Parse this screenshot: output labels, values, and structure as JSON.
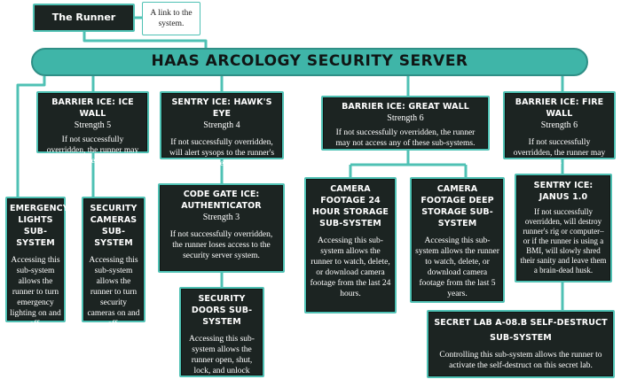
{
  "colors": {
    "accent": "#4fc1b4",
    "banner": "#3fb5a8",
    "box": "#1c2422"
  },
  "runner": {
    "title": "The Runner",
    "note": "A link to the system."
  },
  "server": {
    "title": "HAAS ARCOLOGY SECURITY SERVER"
  },
  "ice_wall": {
    "title": "Barrier ICE: Ice Wall",
    "strength": "Strength 5",
    "desc": "If not successfully overridden, the runner may not access the sub-system."
  },
  "hawks_eye": {
    "title": "Sentry ICE: Hawk's Eye",
    "strength": "Strength 4",
    "desc": "If not successfully overridden, will alert sysops to the runner's presence."
  },
  "great_wall": {
    "title": "Barrier ICE: Great Wall",
    "strength": "Strength 6",
    "desc": "If not successfully overridden, the runner may not access any of these sub-systems."
  },
  "fire_wall": {
    "title": "Barrier ICE: Fire Wall",
    "strength": "Strength 6",
    "desc": "If not successfully overridden, the runner may not access the sub-system."
  },
  "emergency": {
    "title": "Emergency Lights Sub-System",
    "desc": "Accessing this sub-system allows the runner to turn emergency lighting on and off."
  },
  "cameras": {
    "title": "Security Cameras Sub-System",
    "desc": "Accessing this sub-system allows the runner to turn security cameras on and off."
  },
  "code_gate": {
    "title": "Code Gate ICE: Authenticator",
    "strength": "Strength 3",
    "desc": "If not successfully overridden, the runner loses access to the security server system."
  },
  "doors": {
    "title": "Security Doors Sub-System",
    "desc": "Accessing this sub-system allows the runner open, shut, lock, and unlock security doors."
  },
  "cam24": {
    "title": "Camera Footage 24 Hour Storage Sub-System",
    "desc": "Accessing this sub-system allows the runner to watch, delete, or download camera footage from the last 24 hours."
  },
  "camdeep": {
    "title": "Camera Footage Deep Storage Sub-System",
    "desc": "Accessing this sub-system allows the runner to watch, delete, or download camera footage from the last 5 years."
  },
  "janus": {
    "title": "Sentry ICE: Janus 1.0",
    "desc": "If not successfully overridden, will destroy runner's rig or computer–or if the runner is using a BMI, will slowly shred their sanity and leave them a brain-dead husk."
  },
  "lab": {
    "title": "Secret Lab A-08.B Self-Destruct Sub-System",
    "desc": "Controlling this sub-system allows the runner to activate the self-destruct on this secret lab."
  }
}
